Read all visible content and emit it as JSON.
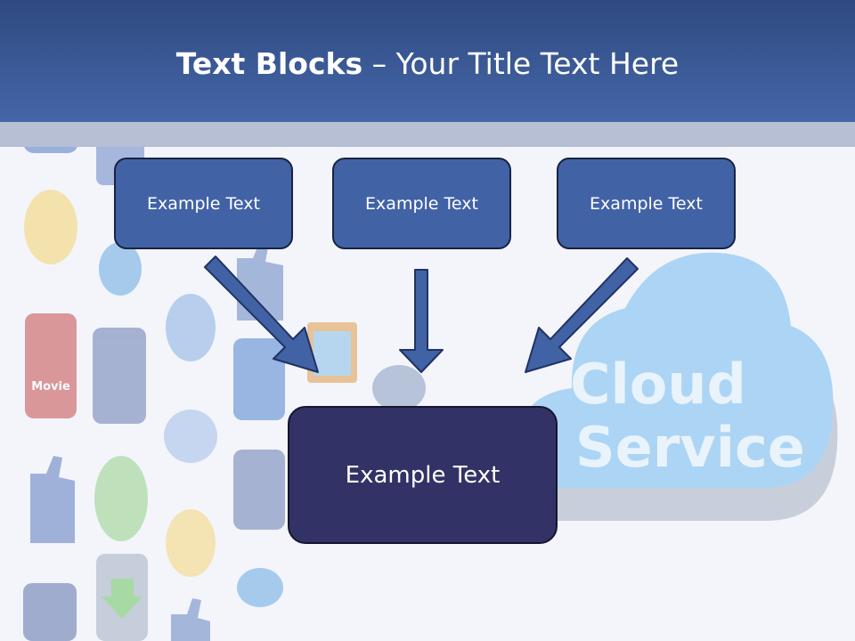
{
  "slide": {
    "title_bold": "Text Blocks",
    "title_dash": " – ",
    "title_rest": "Your Title Text Here"
  },
  "blocks": [
    {
      "label": "Example Text"
    },
    {
      "label": "Example Text"
    },
    {
      "label": "Example Text"
    }
  ],
  "center_block": {
    "label": "Example Text"
  },
  "background": {
    "cloud_line1": "Cloud",
    "cloud_line2": "Service",
    "movie_label": "Movie"
  },
  "colors": {
    "header": "#3b5998",
    "box_fill": "#4262a6",
    "center_fill": "#333266",
    "arrow_fill": "#4262a6"
  }
}
